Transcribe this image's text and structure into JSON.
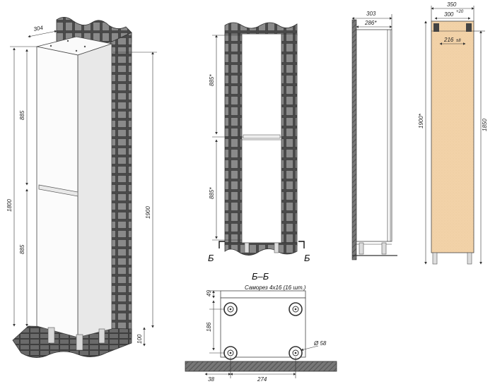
{
  "views": {
    "persp": {
      "width": "304",
      "door_top": "885",
      "door_bottom": "885",
      "body_height": "1800",
      "total_height": "1900",
      "legs": "100"
    },
    "front": {
      "door_top": "885*",
      "door_bottom": "885*",
      "section_left": "Б",
      "section_right": "Б"
    },
    "side": {
      "outer": "303",
      "inner": "286*"
    },
    "back": {
      "width": "350",
      "mount": "300",
      "mount_tol": "+20",
      "inner": "216",
      "inner_tol": "±8",
      "left_height": "1900*",
      "right_height": "1850"
    },
    "section": {
      "title": "Б–Б",
      "note": "Саморез 4х16 (16 шт.)",
      "d49": "49",
      "d186": "186",
      "diam": "Ø 58",
      "d38": "38",
      "d274": "274"
    }
  }
}
